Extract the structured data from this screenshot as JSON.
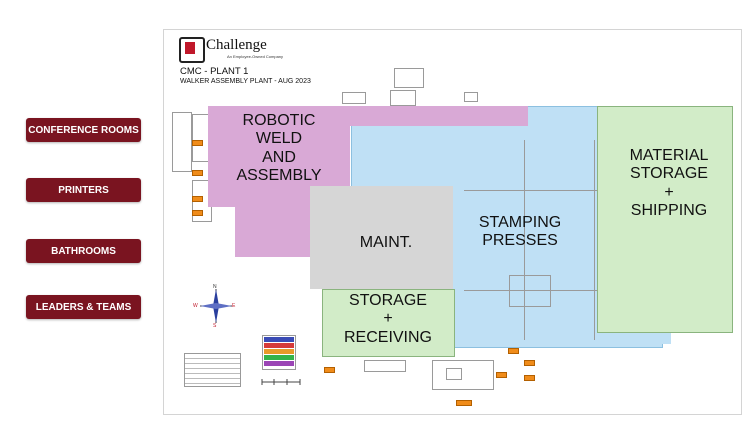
{
  "nav": {
    "conference_rooms": "CONFERENCE ROOMS",
    "printers": "PRINTERS",
    "bathrooms": "BATHROOMS",
    "leaders_teams": "LEADERS & TEAMS"
  },
  "map": {
    "logo_text": "Challenge",
    "logo_subtext": "An Employee-Owned Company",
    "title": "CMC - PLANT 1",
    "subtitle": "WALKER ASSEMBLY PLANT - AUG 2023",
    "zones": {
      "robotic": "ROBOTIC\nWELD\nAND\nASSEMBLY",
      "maint": "MAINT.",
      "stamping": "STAMPING\nPRESSES",
      "material": "MATERIAL\nSTORAGE\n+\nSHIPPING",
      "storage": "STORAGE\n+\nRECEIVING"
    },
    "compass": {
      "n": "N",
      "s": "S",
      "e": "E",
      "w": "W"
    }
  },
  "colors": {
    "nav_button": "#7a1420",
    "robotic_zone": "#d9a9d6",
    "stamping_zone": "#bfe0f5",
    "maint_zone": "#d6d6d6",
    "storage_zone": "#d2ecc8",
    "marker": "#f08c1a"
  }
}
